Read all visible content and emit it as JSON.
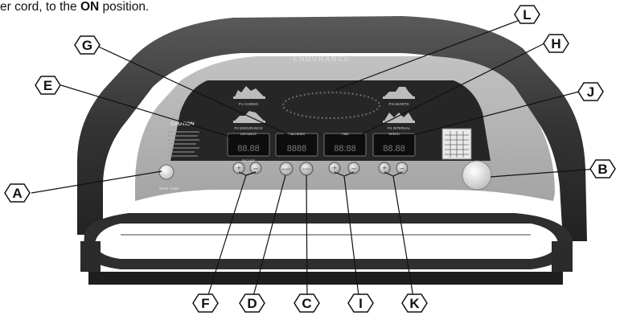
{
  "intro": {
    "prefix": "er cord, to the ",
    "emphasis": "ON",
    "suffix": " position."
  },
  "console": {
    "brand": "ENDURANCE",
    "caution_heading": "CAUTION",
    "displays": [
      {
        "id": "distance",
        "label": "DISTANCE",
        "sublabel": "RECUPS",
        "value": "88.88"
      },
      {
        "id": "calories",
        "label": "CALORIES",
        "sublabel": "",
        "value": "8888"
      },
      {
        "id": "time",
        "label": "TIME",
        "sublabel": "",
        "value": "88:88"
      },
      {
        "id": "speed",
        "label": "SPEED",
        "sublabel": "",
        "value": "88.88"
      }
    ],
    "program_labels": [
      "P1 CARDIO",
      "P3 HEARTS",
      "P2 ENDURANCE",
      "P4 INTERVAL"
    ],
    "center_button_labels": [
      "START",
      "STOP"
    ],
    "safety_key_label": "SAFE TABS"
  },
  "callouts": {
    "A": "A",
    "B": "B",
    "C": "C",
    "D": "D",
    "E": "E",
    "F": "F",
    "G": "G",
    "H": "H",
    "I": "I",
    "J": "J",
    "K": "K",
    "L": "L"
  },
  "colors": {
    "frame_dark": "#2b2b2b",
    "panel": "#b3b3b3",
    "display_black": "#0d0d0d",
    "button_light": "#dcdcdc"
  }
}
